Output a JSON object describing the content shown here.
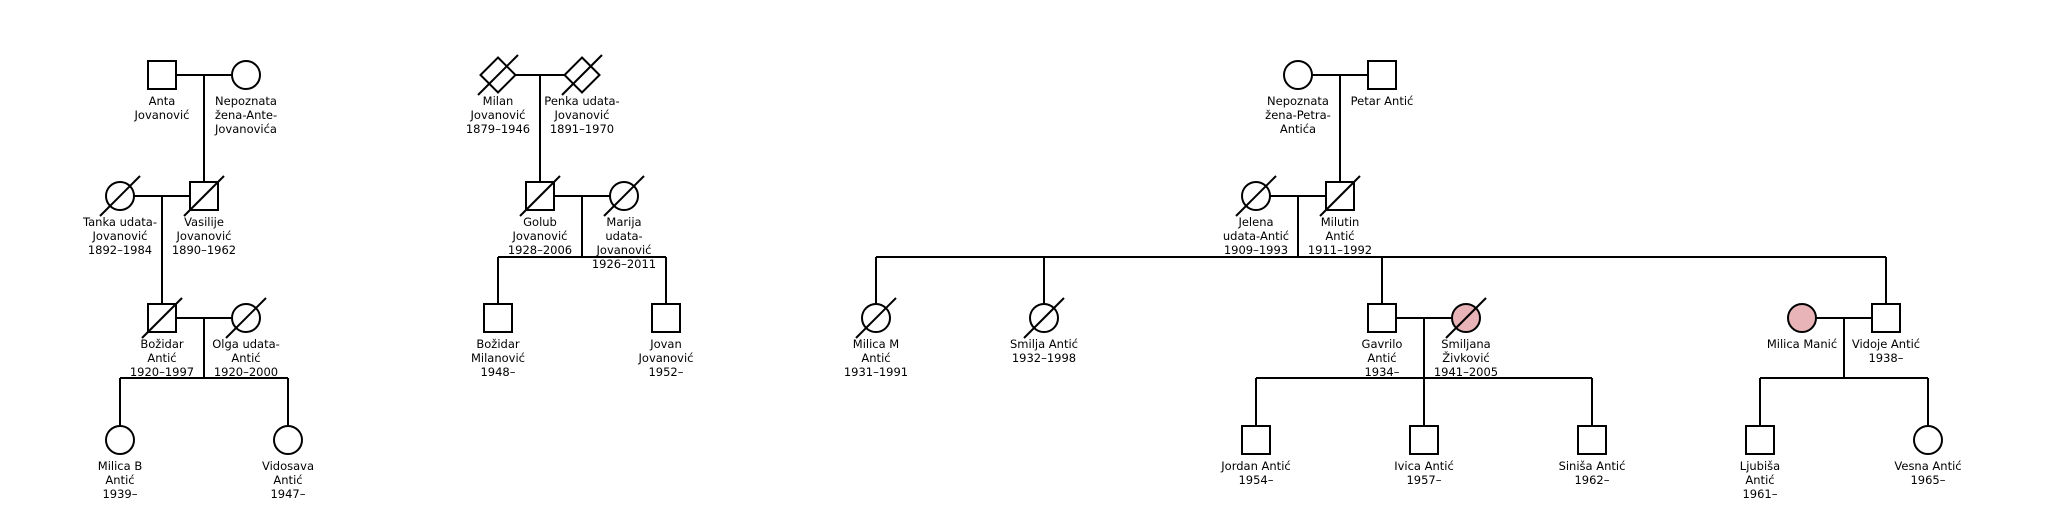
{
  "colors": {
    "line": "#000000",
    "symbol_fill": "#ffffff",
    "affected_fill": "#e8b4b8"
  },
  "people": [
    {
      "id": "anta",
      "lines": [
        "Anta",
        "Jovanović"
      ],
      "sex": "male",
      "deceased": false,
      "affected": false
    },
    {
      "id": "nepoznata_ante",
      "lines": [
        "Nepoznata",
        "žena-Ante-",
        "Jovanovića"
      ],
      "sex": "female",
      "deceased": false,
      "affected": false
    },
    {
      "id": "tanka",
      "lines": [
        "Tanka udata-",
        "Jovanović",
        "1892–1984"
      ],
      "sex": "female",
      "deceased": true,
      "affected": false
    },
    {
      "id": "vasilije",
      "lines": [
        "Vasilije",
        "Jovanović",
        "1890–1962"
      ],
      "sex": "male",
      "deceased": true,
      "affected": false
    },
    {
      "id": "bozidar",
      "lines": [
        "Božidar",
        "Antić",
        "1920–1997"
      ],
      "sex": "male",
      "deceased": true,
      "affected": false
    },
    {
      "id": "olga",
      "lines": [
        "Olga udata-",
        "Antić",
        "1920–2000"
      ],
      "sex": "female",
      "deceased": true,
      "affected": false
    },
    {
      "id": "milica_b",
      "lines": [
        "Milica B",
        "Antić",
        "1939–"
      ],
      "sex": "female",
      "deceased": false,
      "affected": false
    },
    {
      "id": "vidosava",
      "lines": [
        "Vidosava",
        "Antić",
        "1947–"
      ],
      "sex": "female",
      "deceased": false,
      "affected": false
    },
    {
      "id": "milan",
      "lines": [
        "Milan",
        "Jovanović",
        "1879–1946"
      ],
      "sex": "unknown",
      "deceased": true,
      "affected": false
    },
    {
      "id": "penka",
      "lines": [
        "Penka udata-",
        "Jovanović",
        "1891–1970"
      ],
      "sex": "unknown",
      "deceased": true,
      "affected": false
    },
    {
      "id": "golub",
      "lines": [
        "Golub",
        "Jovanović",
        "1928–2006"
      ],
      "sex": "male",
      "deceased": true,
      "affected": false
    },
    {
      "id": "marija",
      "lines": [
        "Marija",
        "udata-",
        "Jovanović",
        "1926–2011"
      ],
      "sex": "female",
      "deceased": true,
      "affected": false
    },
    {
      "id": "bozidar_m",
      "lines": [
        "Božidar",
        "Milanović",
        "1948–"
      ],
      "sex": "male",
      "deceased": false,
      "affected": false
    },
    {
      "id": "jovan",
      "lines": [
        "Jovan",
        "Jovanović",
        "1952–"
      ],
      "sex": "male",
      "deceased": false,
      "affected": false
    },
    {
      "id": "nepoznata_petra",
      "lines": [
        "Nepoznata",
        "žena-Petra-",
        "Antića"
      ],
      "sex": "female",
      "deceased": false,
      "affected": false
    },
    {
      "id": "petar",
      "lines": [
        "Petar Antić"
      ],
      "sex": "male",
      "deceased": false,
      "affected": false
    },
    {
      "id": "jelena",
      "lines": [
        "Jelena",
        "udata-Antić",
        "1909–1993"
      ],
      "sex": "female",
      "deceased": true,
      "affected": false
    },
    {
      "id": "milutin",
      "lines": [
        "Milutin",
        "Antić",
        "1911–1992"
      ],
      "sex": "male",
      "deceased": true,
      "affected": false
    },
    {
      "id": "milica_m",
      "lines": [
        "Milica M",
        "Antić",
        "1931–1991"
      ],
      "sex": "female",
      "deceased": true,
      "affected": false
    },
    {
      "id": "smilja",
      "lines": [
        "Smilja Antić",
        "1932–1998"
      ],
      "sex": "female",
      "deceased": true,
      "affected": false
    },
    {
      "id": "gavrilo",
      "lines": [
        "Gavrilo",
        "Antić",
        "1934–"
      ],
      "sex": "male",
      "deceased": false,
      "affected": false
    },
    {
      "id": "smiljana",
      "lines": [
        "Smiljana",
        "Živković",
        "1941–2005"
      ],
      "sex": "female",
      "deceased": true,
      "affected": true
    },
    {
      "id": "milica_manic",
      "lines": [
        "Milica Manić"
      ],
      "sex": "female",
      "deceased": false,
      "affected": true
    },
    {
      "id": "vidoje",
      "lines": [
        "Vidoje Antić",
        "1938–"
      ],
      "sex": "male",
      "deceased": false,
      "affected": false
    },
    {
      "id": "jordan",
      "lines": [
        "Jordan Antić",
        "1954–"
      ],
      "sex": "male",
      "deceased": false,
      "affected": false
    },
    {
      "id": "ivica",
      "lines": [
        "Ivica Antić",
        "1957–"
      ],
      "sex": "male",
      "deceased": false,
      "affected": false
    },
    {
      "id": "sinisa",
      "lines": [
        "Siniša Antić",
        "1962–"
      ],
      "sex": "male",
      "deceased": false,
      "affected": false
    },
    {
      "id": "ljubisa",
      "lines": [
        "Ljubiša",
        "Antić",
        "1961–"
      ],
      "sex": "male",
      "deceased": false,
      "affected": false
    },
    {
      "id": "vesna",
      "lines": [
        "Vesna Antić",
        "1965–"
      ],
      "sex": "female",
      "deceased": false,
      "affected": false
    }
  ],
  "unions": [
    {
      "a": "anta",
      "b": "nepoznata_ante",
      "children": [
        "vasilije"
      ]
    },
    {
      "a": "tanka",
      "b": "vasilije",
      "children": [
        "bozidar"
      ]
    },
    {
      "a": "bozidar",
      "b": "olga",
      "children": [
        "milica_b",
        "vidosava"
      ]
    },
    {
      "a": "milan",
      "b": "penka",
      "children": [
        "golub"
      ]
    },
    {
      "a": "golub",
      "b": "marija",
      "children": [
        "bozidar_m",
        "jovan"
      ]
    },
    {
      "a": "nepoznata_petra",
      "b": "petar",
      "children": [
        "milutin"
      ]
    },
    {
      "a": "jelena",
      "b": "milutin",
      "children": [
        "milica_m",
        "smilja",
        "gavrilo",
        "vidoje"
      ]
    },
    {
      "a": "gavrilo",
      "b": "smiljana",
      "children": [
        "jordan",
        "ivica",
        "sinisa"
      ]
    },
    {
      "a": "milica_manic",
      "b": "vidoje",
      "children": [
        "ljubisa",
        "vesna"
      ]
    }
  ]
}
